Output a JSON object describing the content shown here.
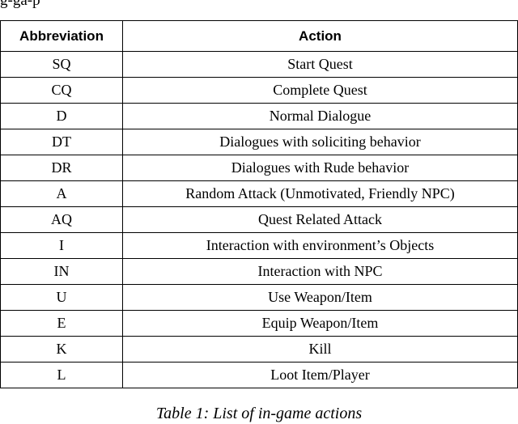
{
  "intro_text": "g-ga-p",
  "table": {
    "headers": [
      "Abbreviation",
      "Action"
    ],
    "rows": [
      [
        "SQ",
        "Start Quest"
      ],
      [
        "CQ",
        "Complete Quest"
      ],
      [
        "D",
        "Normal Dialogue"
      ],
      [
        "DT",
        "Dialogues with soliciting behavior"
      ],
      [
        "DR",
        "Dialogues with Rude behavior"
      ],
      [
        "A",
        "Random Attack (Unmotivated, Friendly NPC)"
      ],
      [
        "AQ",
        "Quest Related Attack"
      ],
      [
        "I",
        "Interaction with environment’s Objects"
      ],
      [
        "IN",
        "Interaction with NPC"
      ],
      [
        "U",
        "Use Weapon/Item"
      ],
      [
        "E",
        "Equip Weapon/Item"
      ],
      [
        "K",
        "Kill"
      ],
      [
        "L",
        "Loot Item/Player"
      ]
    ]
  },
  "caption": "Table 1: List of in-game actions"
}
